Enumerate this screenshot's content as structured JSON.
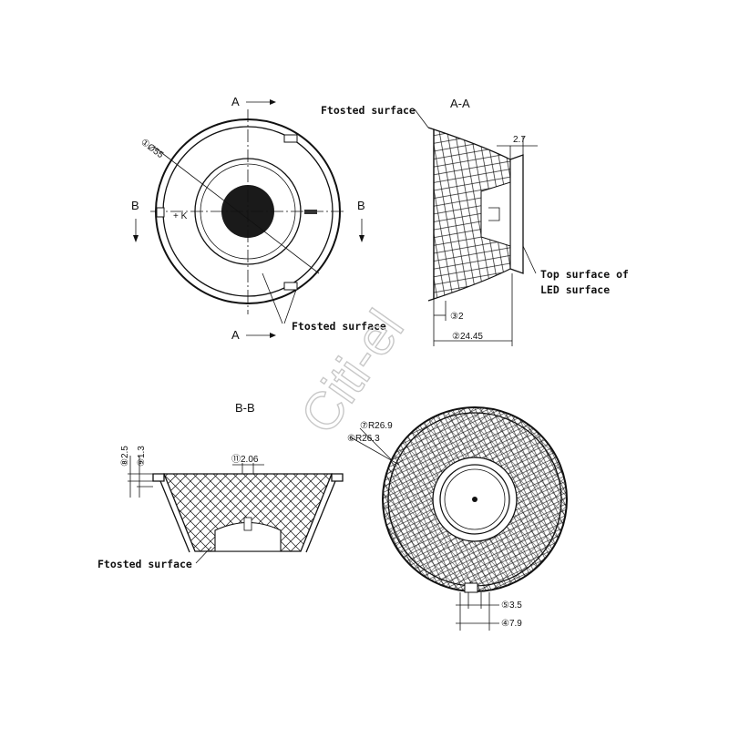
{
  "section_labels": {
    "a_top": "A",
    "a_bottom": "A",
    "b_left": "B",
    "b_right": "B",
    "aa_title": "A-A",
    "bb_title": "B-B"
  },
  "callouts": {
    "frosted_top_left": "Ftosted surface",
    "frosted_aa": "Ftosted surface",
    "frosted_bb": "Ftosted surface",
    "top_surface_line1": "Top surface of",
    "top_surface_line2": "LED surface"
  },
  "dimensions": {
    "d1": "①Ø55",
    "d2": "②24.45",
    "d3": "③2",
    "d4": "④7.9",
    "d5": "⑤3.5",
    "d6": "⑥R26.3",
    "d7": "⑦R26.9",
    "d8": "⑧2.5",
    "d9": "⑨1.3",
    "d10": "⑪2.06",
    "top_27": "2.7"
  },
  "watermark": "Citi-el"
}
